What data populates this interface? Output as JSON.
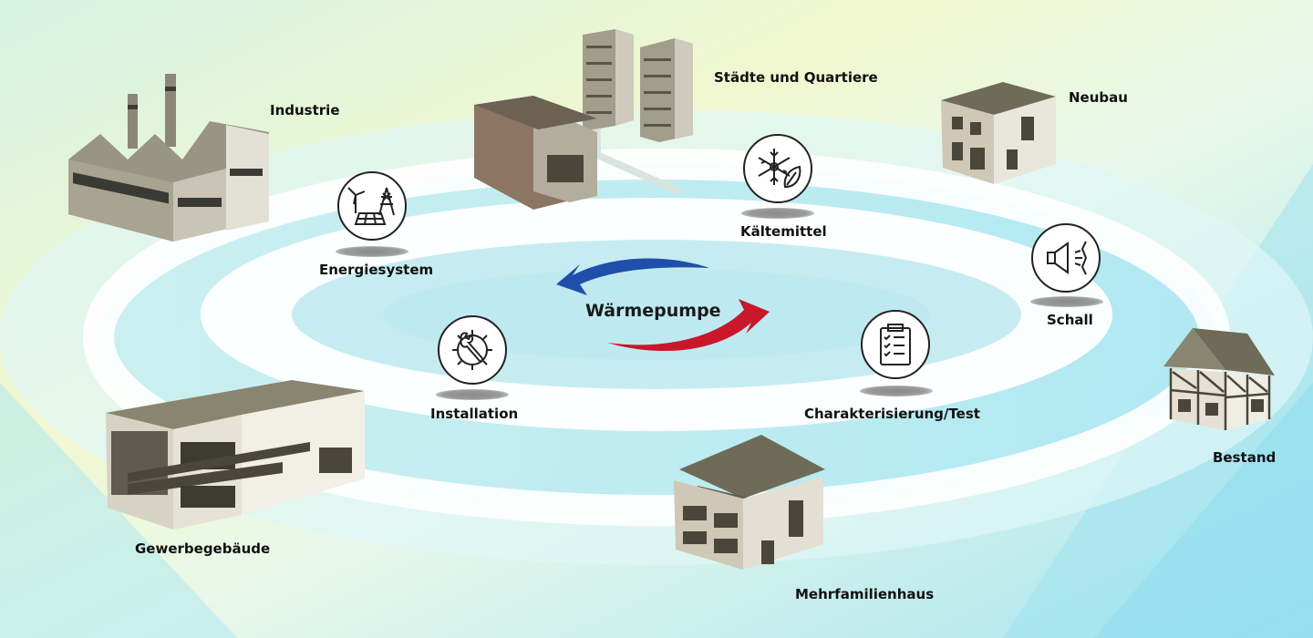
{
  "center": {
    "label": "Wärmepumpe"
  },
  "buildings": {
    "industrie": "Industrie",
    "staedte": "Städte und Quartiere",
    "neubau": "Neubau",
    "bestand": "Bestand",
    "mehrfamilienhaus": "Mehrfamilienhaus",
    "gewerbegebaeude": "Gewerbegebäude"
  },
  "topics": {
    "energiesystem": {
      "label": "Energiesystem",
      "icon": "energy-system-icon"
    },
    "kaeltemittel": {
      "label": "Kältemittel",
      "icon": "snowflake-leaf-icon"
    },
    "schall": {
      "label": "Schall",
      "icon": "speaker-sound-icon"
    },
    "charakterisierung": {
      "label": "Charakterisierung/Test",
      "icon": "clipboard-checklist-icon"
    },
    "installation": {
      "label": "Installation",
      "icon": "gear-wrench-icon"
    }
  },
  "colors": {
    "arrow_cold": "#1f4fa8",
    "arrow_warm": "#c8182a",
    "ring": "#ffffff",
    "building": "#8d8777"
  }
}
